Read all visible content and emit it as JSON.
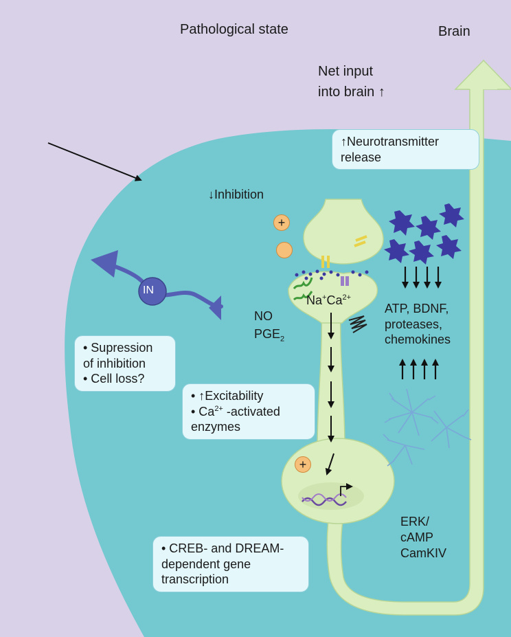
{
  "header": {
    "state_label": "Pathological state",
    "brain_label": "Brain",
    "net_input_line1": "Net input",
    "net_input_line2": "into brain ↑"
  },
  "labels": {
    "inhibition": "↓Inhibition",
    "interneuron": "IN",
    "no": "NO",
    "pge": "PGE",
    "pge_sub": "2",
    "na": "Na",
    "na_sup": "+",
    "ca": "Ca",
    "ca_sup": "2+",
    "plus": "+",
    "mediators": [
      "ATP, BDNF,",
      "proteases,",
      "chemokines"
    ],
    "kinases": [
      "ERK/",
      "cAMP",
      "CamKIV"
    ]
  },
  "bubbles": {
    "neurotransmitter": [
      "↑Neurotransmitter",
      "release"
    ],
    "interneuron": [
      "• Supression",
      "of inhibition",
      "• Cell loss?"
    ],
    "excitability_line1": "• ↑Excitability",
    "excitability_line2_prefix": "• Ca",
    "excitability_line2_sup": "2+",
    "excitability_line2_suffix": " -activated",
    "excitability_line3": "enzymes",
    "transcription": [
      "• CREB- and DREAM-",
      "dependent gene",
      "transcription"
    ]
  },
  "colors": {
    "background": "#d9d1e8",
    "cell": "#74c8cf",
    "neuron": "#dbeec0",
    "neuron_border": "#b8d696",
    "bubble": "#e4f7fb",
    "microglia": "#3c3aa0",
    "astrocyte": "#7aa8d8",
    "interneuron": "#5560b4",
    "ion_symbol": "#f6c07a",
    "arrow": "#111111"
  }
}
